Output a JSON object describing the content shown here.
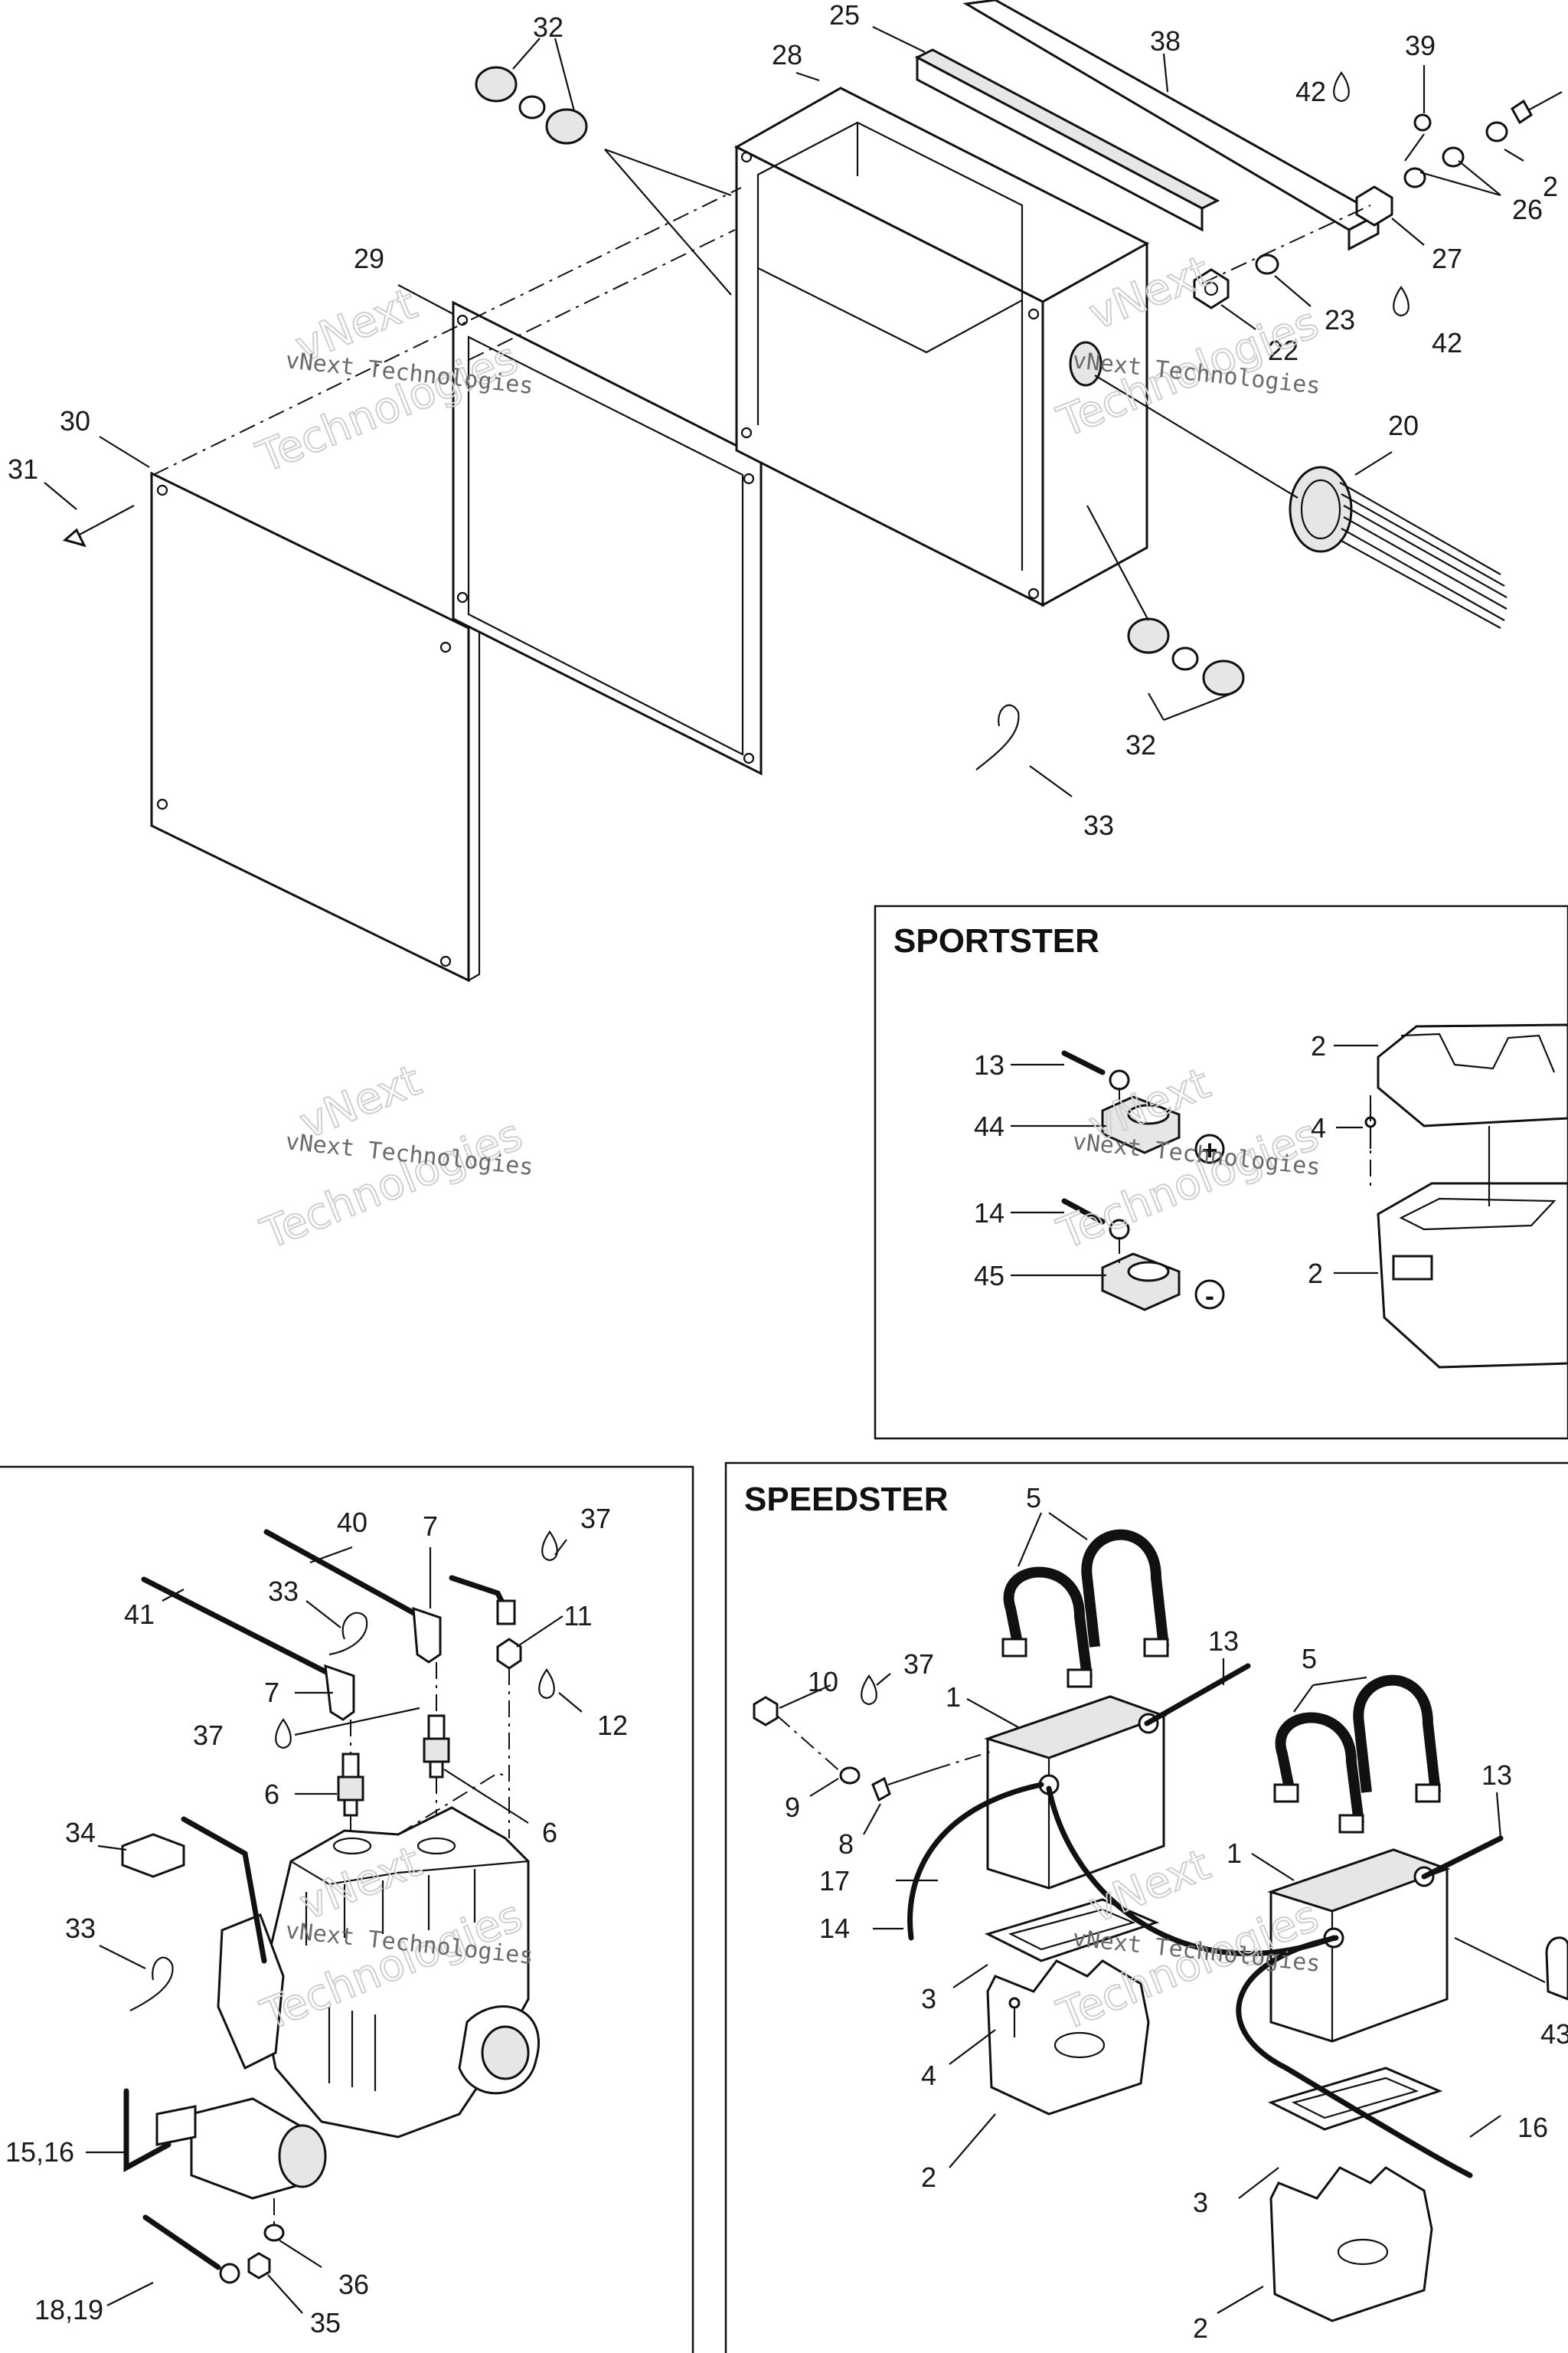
{
  "sections": {
    "sportster": "SPORTSTER",
    "speedster": "SPEEDSTER"
  },
  "watermark": {
    "company": "vNext Technologies",
    "word1": "vNext",
    "word2": "Technologies"
  },
  "callouts": {
    "top": [
      "32",
      "25",
      "28",
      "38",
      "39",
      "42",
      "2",
      "26",
      "27",
      "42",
      "23",
      "22",
      "20",
      "29",
      "30",
      "31",
      "32",
      "33"
    ],
    "sportster": [
      "13",
      "44",
      "14",
      "45",
      "2",
      "4",
      "2"
    ],
    "engine": [
      "40",
      "7",
      "37",
      "41",
      "33",
      "11",
      "7",
      "37",
      "12",
      "6",
      "6",
      "34",
      "33",
      "15,16",
      "36",
      "18,19",
      "35"
    ],
    "speedster": [
      "5",
      "13",
      "10",
      "37",
      "1",
      "9",
      "8",
      "5",
      "13",
      "1",
      "17",
      "14",
      "3",
      "4",
      "43",
      "2",
      "16",
      "3",
      "2"
    ]
  },
  "symbols": {
    "plus": "+",
    "minus": "-",
    "drop": "oil-drop-icon"
  }
}
